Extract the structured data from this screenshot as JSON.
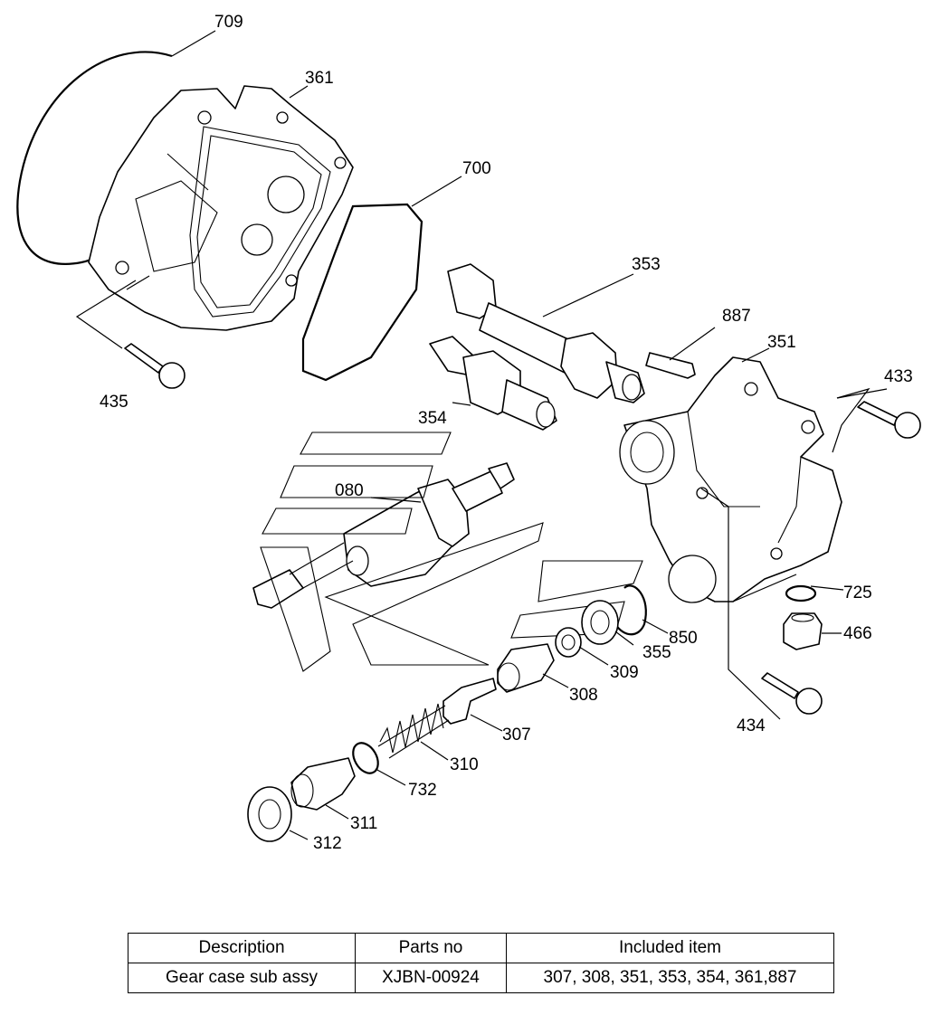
{
  "labels": {
    "p709": "709",
    "p361": "361",
    "p700": "700",
    "p353": "353",
    "p887": "887",
    "p351": "351",
    "p433": "433",
    "p435": "435",
    "p354": "354",
    "p080": "080",
    "p725": "725",
    "p466": "466",
    "p850": "850",
    "p355": "355",
    "p309": "309",
    "p308": "308",
    "p434": "434",
    "p307": "307",
    "p310": "310",
    "p732": "732",
    "p311": "311",
    "p312": "312"
  },
  "table": {
    "headers": [
      "Description",
      "Parts no",
      "Included item"
    ],
    "rows": [
      [
        "Gear case sub assy",
        "XJBN-00924",
        "307, 308, 351, 353, 354, 361,887"
      ]
    ]
  }
}
